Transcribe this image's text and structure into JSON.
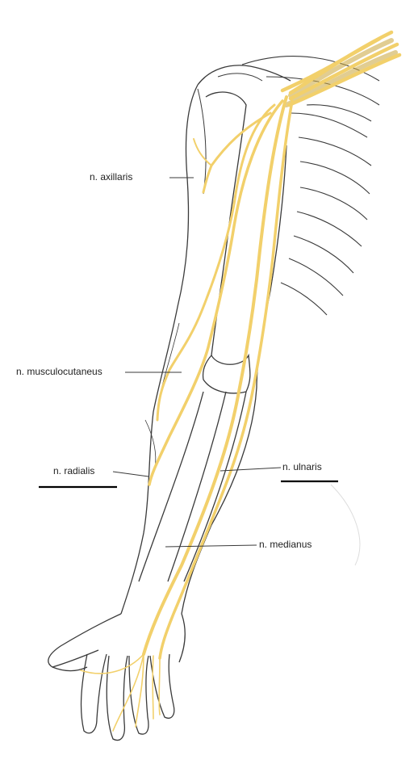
{
  "figure": {
    "labels": {
      "axillaris": "n. axillaris",
      "musculocutaneus": "n. musculocutaneus",
      "radialis": "n. radialis",
      "ulnaris": "n. ulnaris",
      "medianus": "n. medianus"
    },
    "colors": {
      "nerve": "#f2d06b",
      "nerve_edge": "#c9a53a",
      "outline": "#3a3a3a",
      "underline": "#000000",
      "background": "#ffffff"
    }
  }
}
